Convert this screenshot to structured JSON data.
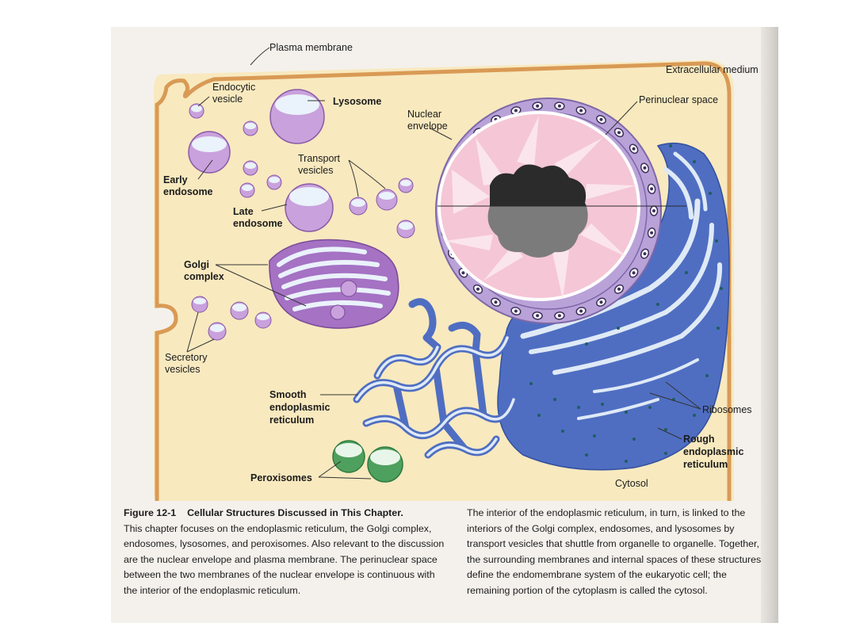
{
  "labels": {
    "plasma_membrane": "Plasma membrane",
    "extracellular_medium": "Extracellular medium",
    "endocytic_vesicle": [
      "Endocytic",
      "vesicle"
    ],
    "lysosome": "Lysosome",
    "nuclear_envelope": [
      "Nuclear",
      "envelope"
    ],
    "perinuclear_space": "Perinuclear space",
    "transport_vesicles": [
      "Transport",
      "vesicles"
    ],
    "early_endosome": [
      "Early",
      "endosome"
    ],
    "late_endosome": [
      "Late",
      "endosome"
    ],
    "golgi_complex": [
      "Golgi",
      "complex"
    ],
    "secretory_vesicles": [
      "Secretory",
      "vesicles"
    ],
    "smooth_er": [
      "Smooth",
      "endoplasmic",
      "reticulum"
    ],
    "ribosomes": "Ribosomes",
    "rough_er": [
      "Rough",
      "endoplasmic",
      "reticulum"
    ],
    "peroxisomes": "Peroxisomes",
    "cytosol": "Cytosol"
  },
  "caption": {
    "figure_number": "Figure 12-1",
    "title": "Cellular Structures Discussed in This Chapter.",
    "left_text": "This chapter focuses on the endoplasmic reticulum, the Golgi complex, endosomes, lysosomes, and peroxisomes. Also relevant to the discussion are the nuclear envelope and plasma membrane. The perinuclear space between the two membranes of the nuclear envelope is continuous with the interior of the endoplasmic reticulum.",
    "right_text": "The interior of the endoplasmic reticulum, in turn, is linked to the interiors of the Golgi complex, endosomes, and lysosomes by transport vesicles that shuttle from organelle to organelle. Together, the surrounding membranes and internal spaces of these structures define the endomembrane system of the eukaryotic cell; the remaining portion of the cytoplasm is called the cytosol."
  },
  "colors": {
    "cytoplasm": "#f8e9bf",
    "plasma_membrane": "#d99a55",
    "vesicle": "#c9a1dc",
    "vesicle_lumen": "#eaf2fb",
    "golgi": "#a572c4",
    "nuclear_envelope": "#b9a2d8",
    "nucleoplasm": "#f5c6d6",
    "nucleolus": "#2b2b2b",
    "er": "#4f6ec2",
    "er_lumen": "#dfeaf6",
    "ribosome": "#1f5d5d",
    "peroxisome": "#4ea05e"
  }
}
